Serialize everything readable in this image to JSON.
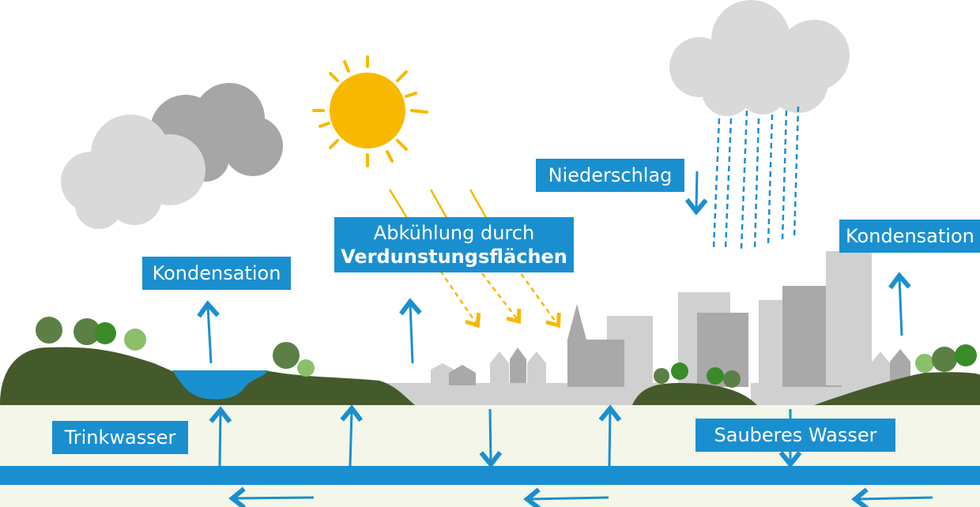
{
  "labels": {
    "kondensation_left": "Kondensation",
    "abkuehlung_line1": "Abkühlung durch",
    "abkuehlung_line2": "Verdunstungsflächen",
    "niederschlag": "Niederschlag",
    "kondensation_right": "Kondensation",
    "trinkwasser": "Trinkwasser",
    "sauberes_wasser": "Sauberes Wasser"
  },
  "colors": {
    "water_blue": "#1a8fd0",
    "hill_green": "#455a2a",
    "ground": "#f3f6e8",
    "sun": "#f9b800",
    "building_light": "#d0d0d0",
    "building_dark": "#a9a9a9",
    "cloud_light": "#d9d9d9",
    "cloud_dark": "#a6a6a6"
  }
}
